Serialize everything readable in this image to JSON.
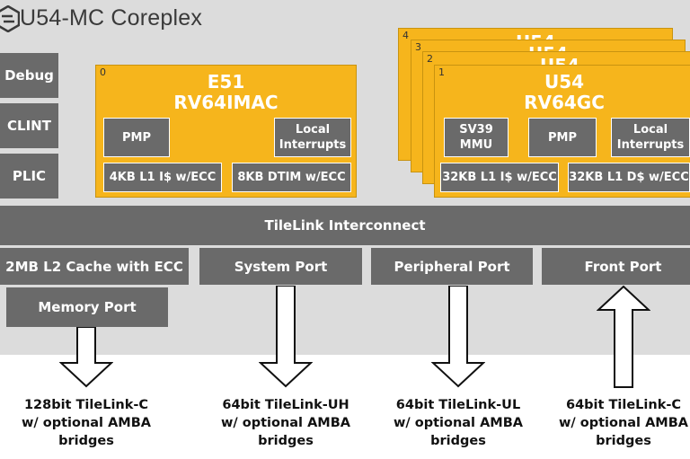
{
  "title": "U54-MC Coreplex",
  "left_blocks": [
    "Debug",
    "CLINT",
    "PLIC"
  ],
  "e51": {
    "index": "0",
    "name": "E51",
    "isa": "RV64IMAC",
    "pmp": "PMP",
    "local_interrupts": "Local\nInterrupts",
    "icache": "4KB L1 I$ w/ECC",
    "dtim": "8KB DTIM w/ECC"
  },
  "u54": {
    "stack_indices": [
      "4",
      "3",
      "2"
    ],
    "stack_names": [
      "U54",
      "U54",
      "U54"
    ],
    "index": "1",
    "name": "U54",
    "isa": "RV64GC",
    "mmu": "SV39\nMMU",
    "pmp": "PMP",
    "local_interrupts": "Local\nInterrupts",
    "icache": "32KB L1 I$ w/ECC",
    "dcache": "32KB L1 D$ w/ECC"
  },
  "interconnect": "TileLink Interconnect",
  "ports": {
    "l2": "2MB L2 Cache with ECC",
    "memory": "Memory Port",
    "system": "System Port",
    "peripheral": "Peripheral Port",
    "front": "Front Port"
  },
  "bus_labels": [
    "128bit TileLink-C\nw/ optional AMBA\nbridges",
    "64bit TileLink-UH\nw/ optional AMBA\nbridges",
    "64bit TileLink-UL\nw/ optional AMBA\nbridges",
    "64bit TileLink-C\nw/ optional AMBA\nbridges"
  ],
  "colors": {
    "core": "#f6b51c",
    "block": "#6a6a6a",
    "panel": "#dcdcdc"
  }
}
